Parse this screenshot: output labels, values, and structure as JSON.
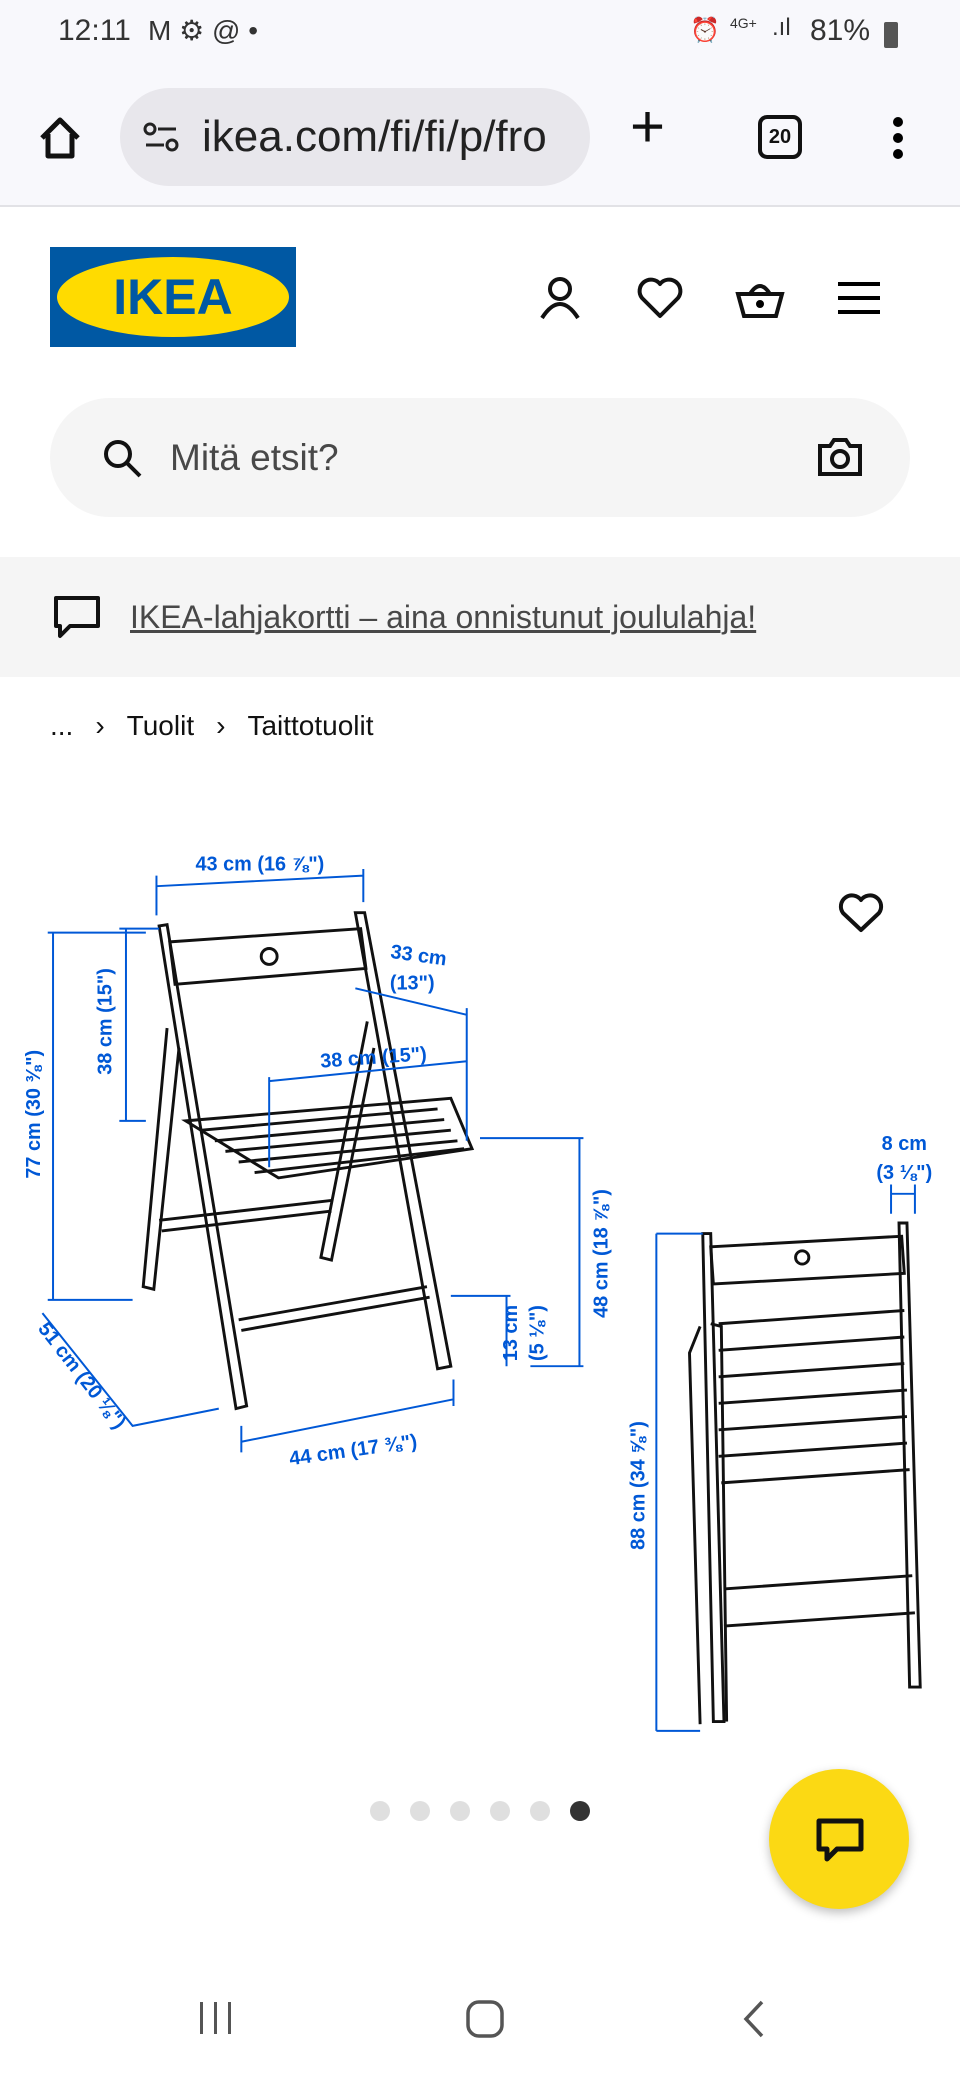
{
  "status_bar": {
    "time": "12:11",
    "battery": "81%",
    "network": "4G+",
    "icons": [
      "gmail-icon",
      "gear-icon",
      "at-icon",
      "dot-icon",
      "alarm-icon",
      "signal-icon",
      "battery-icon"
    ]
  },
  "browser": {
    "url": "ikea.com/fi/fi/p/fro",
    "tab_count": "20"
  },
  "header": {
    "logo_text": "IKEA",
    "icons": [
      "user-icon",
      "heart-icon",
      "basket-icon",
      "menu-icon"
    ]
  },
  "search": {
    "placeholder": "Mitä etsit?"
  },
  "banner": {
    "text": "IKEA-lahjakortti – aina onnistunut joululahja!"
  },
  "breadcrumb": {
    "ellipsis": "...",
    "items": [
      "Tuolit",
      "Taittotuolit"
    ]
  },
  "dimensions": {
    "width_top": "43 cm (16 ⅞\")",
    "depth_back_1": "33 cm",
    "depth_back_2": "(13\")",
    "back_height": "38 cm (15\")",
    "seat_width": "38 cm (15\")",
    "total_height": "77 cm (30 ⅜\")",
    "seat_height": "48 cm (18 ⅞\")",
    "rung_height_1": "13 cm",
    "rung_height_2": "(5 ⅛\")",
    "depth": "51 cm (20 ⅛\")",
    "width_bottom": "44 cm (17 ⅜\")",
    "folded_depth_1": "8 cm",
    "folded_depth_2": "(3 ⅛\")",
    "folded_height": "88 cm (34 ⅝\")"
  },
  "carousel": {
    "total": 6,
    "active": 6
  },
  "colors": {
    "ikea_blue": "#0058a3",
    "ikea_yellow": "#ffdb00",
    "dimension_blue": "#0058d6"
  }
}
